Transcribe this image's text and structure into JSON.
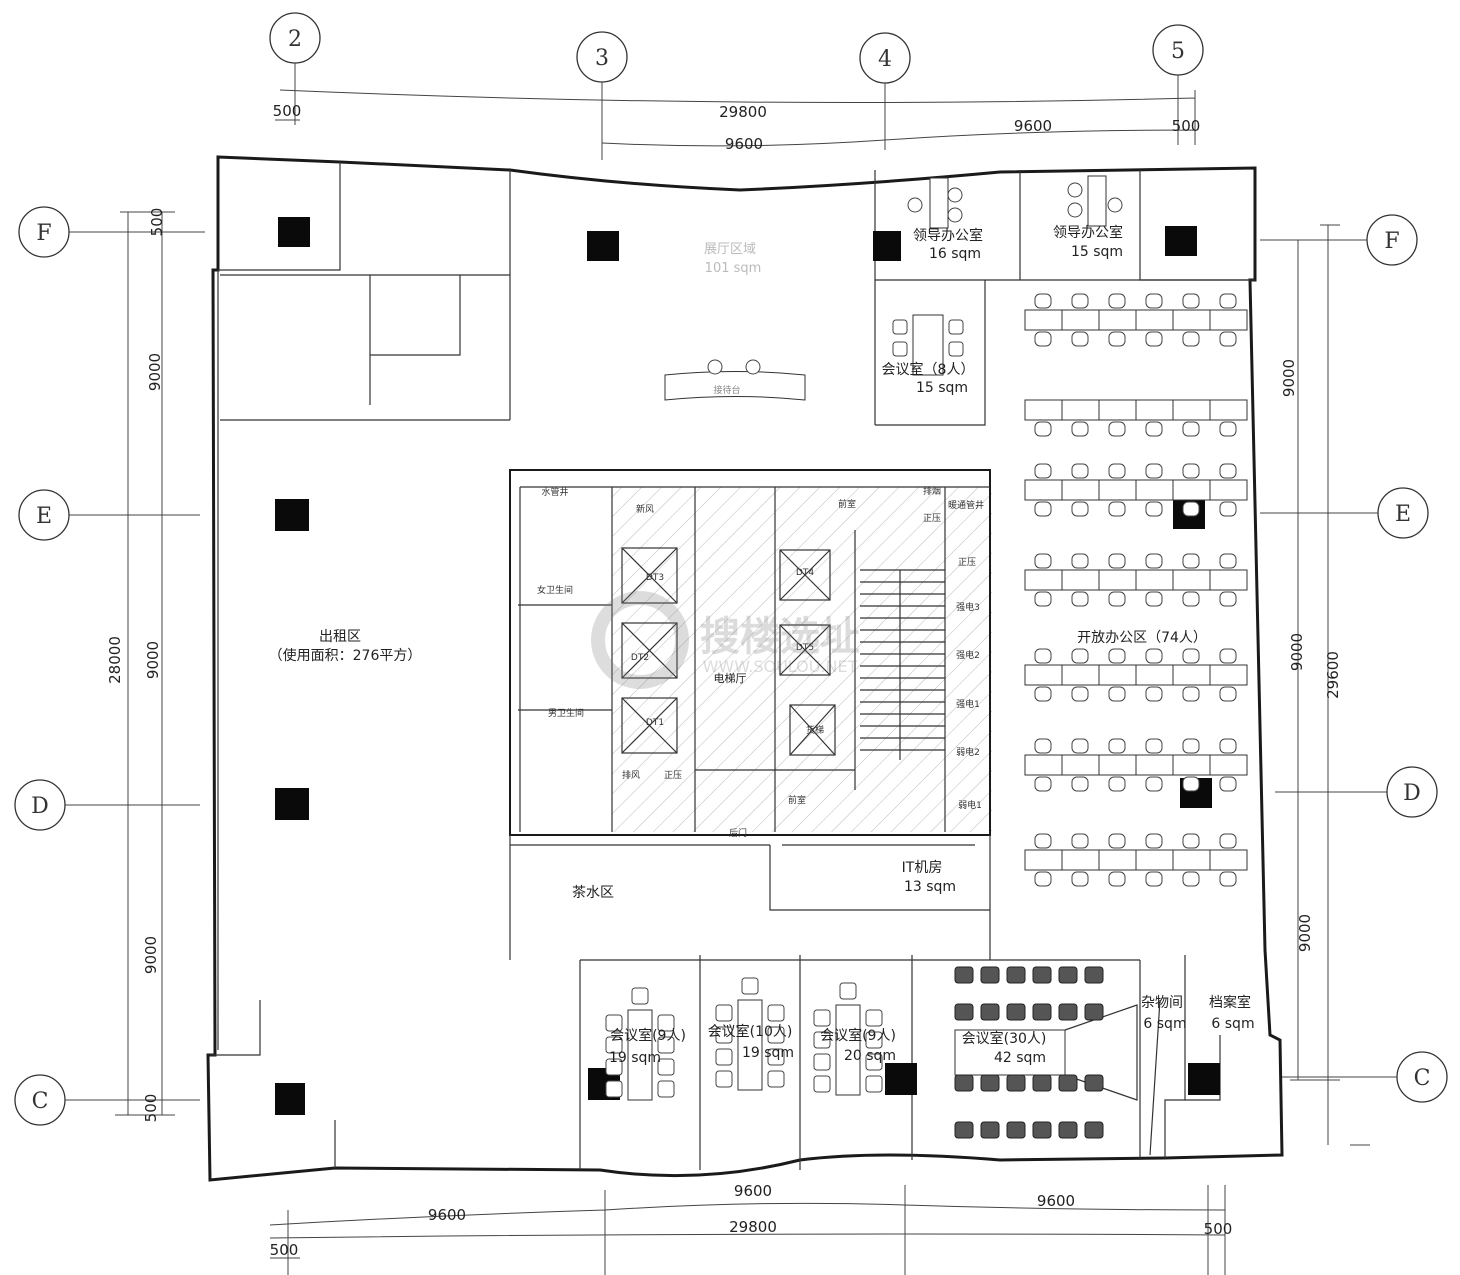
{
  "grid": {
    "columns": [
      "2",
      "3",
      "4",
      "5"
    ],
    "rows_left": [
      "F",
      "E",
      "D",
      "C"
    ],
    "rows_right": [
      "F",
      "E",
      "D",
      "C"
    ]
  },
  "dimensions": {
    "top": {
      "edge_left": "500",
      "overall": "29800",
      "bay_left": "9600",
      "bay_right": "9600",
      "edge_right": "500"
    },
    "bottom": {
      "bay_left": "9600",
      "bay_mid": "9600",
      "bay_right": "9600",
      "overall": "29800",
      "edge_left": "500",
      "edge_right": "500"
    },
    "left": {
      "edge_top": "500",
      "bay_1": "9000",
      "bay_2": "9000",
      "overall": "28000",
      "bay_3": "9000",
      "edge_bottom": "500"
    },
    "right": {
      "bay_1": "9000",
      "bay_2": "9000",
      "overall": "29600",
      "bay_3": "9000"
    }
  },
  "rooms": {
    "leader_office_1": {
      "name": "领导办公室",
      "area": "16 sqm"
    },
    "leader_office_2": {
      "name": "领导办公室",
      "area": "15 sqm"
    },
    "showroom": {
      "name": "展厅区域",
      "area": "101 sqm"
    },
    "reception": {
      "name": "接待台"
    },
    "meeting_8": {
      "name": "会议室（8人）",
      "area": "15 sqm"
    },
    "open_office": {
      "name": "开放办公区（74人）"
    },
    "rental": {
      "name": "出租区",
      "area": "（使用面积：276平方）"
    },
    "pantry": {
      "name": "茶水区"
    },
    "it_room": {
      "name": "IT机房",
      "area": "13 sqm"
    },
    "meeting_9a": {
      "name": "会议室(9人)",
      "area": "19 sqm"
    },
    "meeting_10": {
      "name": "会议室(10人)",
      "area": "19 sqm"
    },
    "meeting_9b": {
      "name": "会议室(9人)",
      "area": "20 sqm"
    },
    "meeting_30": {
      "name": "会议室(30人)",
      "area": "42 sqm"
    },
    "storage": {
      "name": "杂物间",
      "area": "6 sqm"
    },
    "archive": {
      "name": "档案室",
      "area": "6 sqm"
    }
  },
  "core": {
    "water_shaft": "水管井",
    "female_wc": "女卫生间",
    "male_wc": "男卫生间",
    "fresh_air": "新风",
    "elevator_hall": "电梯厅",
    "front_room_top": "前室",
    "front_room_bottom": "前室",
    "smoke_exhaust": "排烟",
    "pressure_1": "正压",
    "pressure_2": "正压",
    "pressure_3": "正压",
    "hvac_shaft": "暖通管井",
    "exhaust": "排风",
    "back_door": "后门",
    "elevators": [
      "DT1",
      "DT2",
      "DT3",
      "DT4",
      "DT5"
    ],
    "freight": "货梯",
    "electric": [
      "强电3",
      "强电2",
      "强电1",
      "弱电2",
      "弱电1"
    ]
  },
  "watermark": {
    "brand": "搜楼选址",
    "url": "WWW.SOULOU.NET"
  }
}
